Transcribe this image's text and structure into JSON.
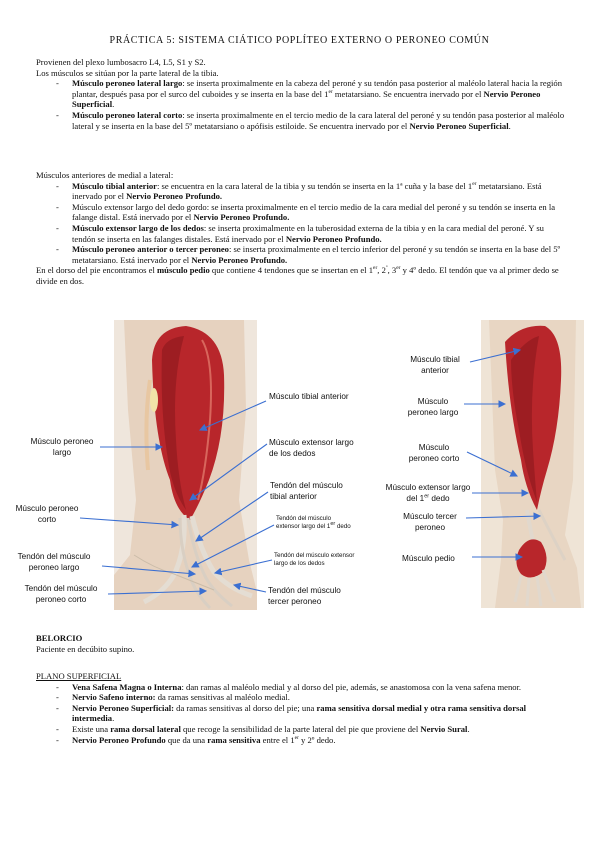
{
  "title": "PRÁCTICA 5: SISTEMA CIÁTICO POPLÍTEO EXTERNO O PERONEO COMÚN",
  "intro": [
    "Provienen del plexo lumbosacro L4, L5, S1 y S2.",
    "Los músculos se sitúan por la parte lateral de la tibia."
  ],
  "lateral": {
    "items": [
      {
        "name": "Músculo peroneo lateral largo",
        "text1": ": se inserta proximalmente en la cabeza del peroné y su tendón pasa posterior al maléolo lateral hacia la región plantar, después pasa por el surco del cuboides y se inserta en la base del 1",
        "sup": "er",
        "text2": " metatarsiano. Se encuentra inervado por el ",
        "nerve": "Nervio Peroneo Superficial",
        "end": "."
      },
      {
        "name": "Músculo peroneo lateral corto",
        "text1": ": se inserta proximalmente en el tercio medio de la cara lateral del peroné y su tendón pasa posterior al maléolo lateral y se inserta en la base del 5º metatarsiano o apófisis estiloide. Se encuentra inervado por el ",
        "sup": "",
        "text2": "",
        "nerve": "Nervio Peroneo Superficial",
        "end": "."
      }
    ]
  },
  "anterior": {
    "heading": "Músculos anteriores de medial a lateral:",
    "items": [
      {
        "name": "Músculo tibial anterior",
        "text": ": se encuentra en la cara lateral de la tibia y su tendón se inserta en la 1ª cuña y la base del 1",
        "sup": "er",
        "text2": " metatarsiano. Está inervado por el ",
        "nerve": "Nervio Peroneo Profundo."
      },
      {
        "name": "",
        "text": "Músculo extensor largo del dedo gordo: se inserta proximalmente en el tercio medio de la cara medial del peroné y su tendón se inserta en la falange distal. Está inervado por el ",
        "sup": "",
        "text2": "",
        "nerve": "Nervio Peroneo Profundo."
      },
      {
        "name": "Músculo extensor largo de los dedos",
        "text": ": se inserta proximalmente en la tuberosidad externa de la tibia y en la cara medial del peroné. Y su tendón se inserta en las falanges distales. Está inervado por el ",
        "sup": "",
        "text2": "",
        "nerve": "Nervio Peroneo Profundo."
      },
      {
        "name": "Músculo peroneo anterior o tercer peroneo",
        "text": ": se inserta proximalmente en el tercio inferior del peroné y su tendón se inserta en la base del 5º metatarsiano. Está inervado por el ",
        "sup": "",
        "text2": "",
        "nerve": "Nervio Peroneo Profundo."
      }
    ]
  },
  "dorsal": {
    "a": "En el dorso del pie encontramos el ",
    "b": "músculo pedio",
    "c": " que contiene 4 tendones que se insertan en el 1",
    "s1": "er",
    "d": ", 2",
    "s2": "º",
    "e": ", 3",
    "s3": "er",
    "f": " y 4º dedo. El tendón que va al primer dedo se divide en dos."
  },
  "figure_left": {
    "labels": {
      "tibial": "Músculo tibial anterior",
      "peroneo_largo": "Músculo peroneo largo",
      "extensor_dedos": "Músculo extensor largo de los dedos",
      "tendon_tibial": "Tendón del músculo tibial anterior",
      "peroneo_corto": "Músculo peroneo corto",
      "tendon_ext_1": "Tendón del músculo extensor largo del 1",
      "tendon_ext_1_sup": "er",
      "tendon_ext_1_end": " dedo",
      "tendon_ext_dedos": "Tendón del músculo extensor largo de los dedos",
      "tendon_pl": "Tendón del músculo peroneo largo",
      "tendon_pc": "Tendón del músculo peroneo corto",
      "tendon_tercer": "Tendón del músculo tercer peroneo"
    }
  },
  "figure_right": {
    "labels": {
      "tibial": "Músculo tibial anterior",
      "peroneo_largo": "Músculo peroneo largo",
      "peroneo_corto": "Músculo peroneo corto",
      "extensor_1": "Músculo extensor largo del 1",
      "extensor_1_sup": "er",
      "extensor_1_end": " dedo",
      "tercer": "Músculo tercer peroneo",
      "pedio": "Músculo pedio"
    }
  },
  "belorcio": {
    "heading": "BELORCIO",
    "text": "Paciente en decúbito supino."
  },
  "superficial": {
    "heading": "PLANO SUPERFICIAL",
    "items": [
      {
        "name": "Vena Safena Magna o Interna",
        "text": ": dan ramas al maléolo medial y al dorso del pie, además, se anastomosa con la vena safena menor."
      },
      {
        "name": "Nervio Safeno interno:",
        "text": " da ramas sensitivas al maléolo medial."
      },
      {
        "name": "Nervio Peroneo Superficial:",
        "text": " da ramas sensitivas al dorso del pie; una ",
        "b2": "rama sensitiva dorsal medial y otra rama sensitiva dorsal intermedia",
        "end": "."
      },
      {
        "pre": "Existe una ",
        "name": "rama dorsal lateral",
        "text": " que recoge la sensibilidad de la parte lateral del pie que proviene del ",
        "b2": "Nervio Sural",
        "end": "."
      },
      {
        "name": "Nervio Peroneo Profundo",
        "text": " que da una ",
        "b2": "rama sensitiva",
        "text3": " entre el 1",
        "sup": "er",
        "text4": " y 2º dedo."
      }
    ]
  },
  "colors": {
    "muscle": "#b8262b",
    "arrow": "#3b6fd1",
    "skin": "#e9d9c8",
    "tendon": "#ece6de"
  }
}
